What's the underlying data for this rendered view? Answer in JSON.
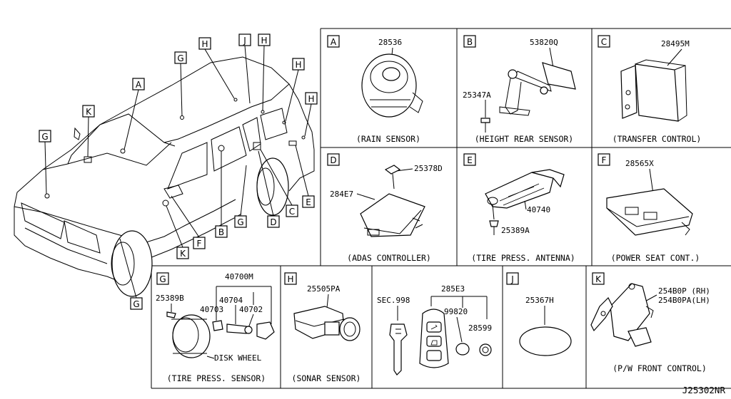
{
  "diagram_code": "J25302NR",
  "vehicle_callouts": [
    "A",
    "B",
    "C",
    "D",
    "E",
    "F",
    "G",
    "H",
    "J",
    "K"
  ],
  "panels": {
    "A": {
      "letter": "A",
      "parts": [
        "28536"
      ],
      "caption": "(RAIN SENSOR)"
    },
    "B": {
      "letter": "B",
      "parts": [
        "53820Q",
        "25347A"
      ],
      "caption": "(HEIGHT REAR SENSOR)"
    },
    "C": {
      "letter": "C",
      "parts": [
        "28495M"
      ],
      "caption": "(TRANSFER CONTROL)"
    },
    "D": {
      "letter": "D",
      "parts": [
        "25378D",
        "284E7"
      ],
      "caption": "(ADAS CONTROLLER)"
    },
    "E": {
      "letter": "E",
      "parts": [
        "40740",
        "25389A"
      ],
      "caption": "(TIRE PRESS. ANTENNA)"
    },
    "F": {
      "letter": "F",
      "parts": [
        "28565X"
      ],
      "caption": "(POWER SEAT CONT.)"
    },
    "G": {
      "letter": "G",
      "parts": [
        "40700M",
        "25389B",
        "40704",
        "40703",
        "40702"
      ],
      "note": "DISK WHEEL",
      "caption": "(TIRE PRESS. SENSOR)"
    },
    "H": {
      "letter": "H",
      "parts": [
        "25505PA"
      ],
      "caption": "(SONAR SENSOR)"
    },
    "KEY": {
      "parts": [
        "285E3",
        "SEC.998",
        "99820",
        "28599"
      ]
    },
    "J": {
      "letter": "J",
      "parts": [
        "25367H"
      ]
    },
    "K": {
      "letter": "K",
      "parts": [
        "254B0P (RH)",
        "254B0PA(LH)"
      ],
      "caption": "(P/W FRONT CONTROL)"
    }
  }
}
